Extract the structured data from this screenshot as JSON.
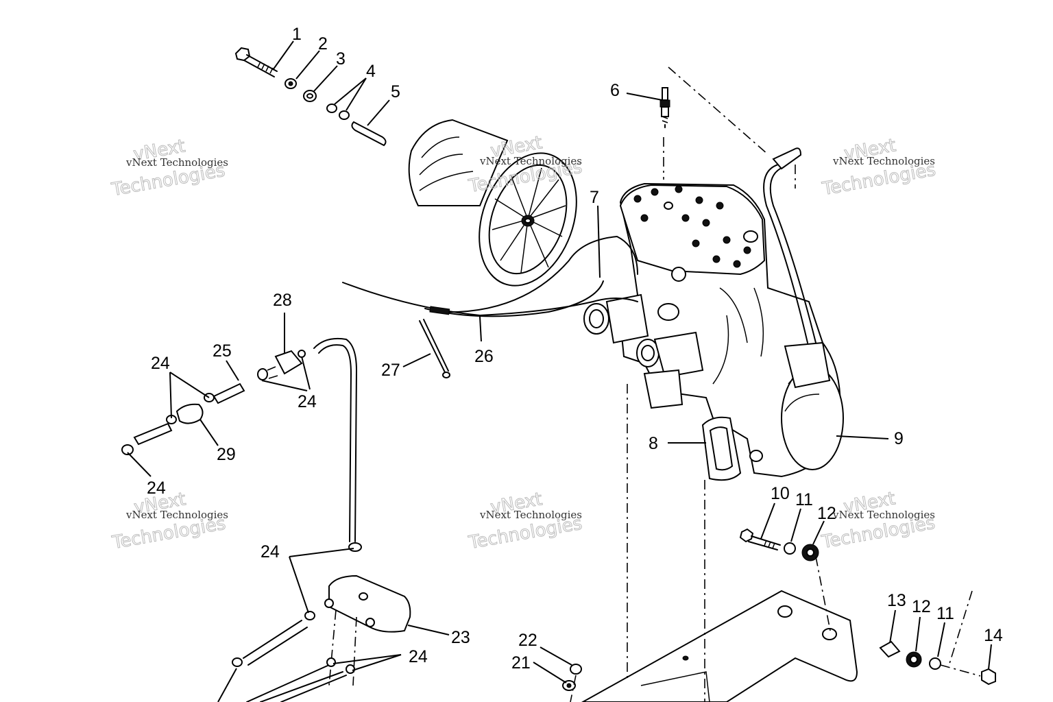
{
  "callouts": {
    "c1": "1",
    "c2": "2",
    "c3": "3",
    "c4a": "4",
    "c5": "5",
    "c6": "6",
    "c7": "7",
    "c8": "8",
    "c9": "9",
    "c10": "10",
    "c11a": "11",
    "c12a": "12",
    "c13": "13",
    "c12b": "12",
    "c11b": "11",
    "c14": "14",
    "c21": "21",
    "c22": "22",
    "c23": "23",
    "c24a": "24",
    "c24b": "24",
    "c24c": "24",
    "c24d": "24",
    "c24e": "24",
    "c25": "25",
    "c26": "26",
    "c27": "27",
    "c28": "28",
    "c29": "29"
  },
  "watermark": {
    "line1": "vNext",
    "line2": "Technologies",
    "small": "vNext Technologies"
  }
}
